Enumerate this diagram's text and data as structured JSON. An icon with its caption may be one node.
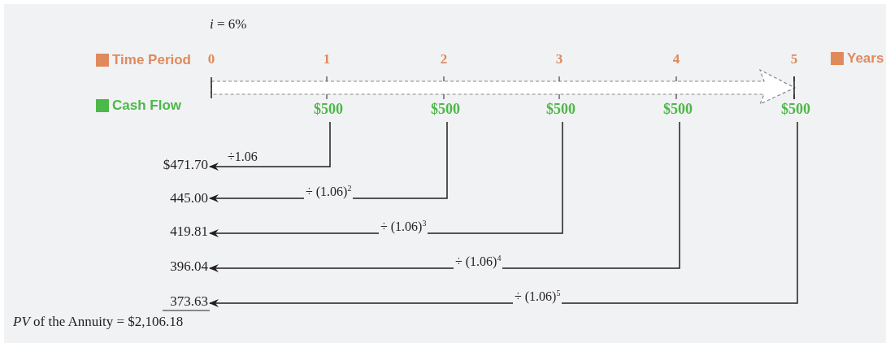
{
  "diagram": {
    "nodes": [
      {
        "text": [
          "$500"
        ]
      },
      {
        "text": [
          "$500"
        ]
      },
      {
        "text": [
          "$500"
        ]
      },
      {
        "text": [
          "$500"
        ]
      },
      {
        "text": [
          "$500"
        ]
      },
      {
        "text": [
          "$471.70"
        ]
      },
      {
        "text": [
          "445.00"
        ]
      },
      {
        "text": [
          "419.81"
        ]
      },
      {
        "text": [
          "396.04"
        ]
      },
      {
        "text": [
          "373.63"
        ]
      }
    ],
    "edges": [
      {
        "from": 0,
        "to": 5,
        "arrow": "to",
        "label": "÷1.06"
      },
      {
        "from": 1,
        "to": 6,
        "arrow": "to",
        "label": "÷ (1.06)$^{2}$"
      },
      {
        "from": 2,
        "to": 7,
        "arrow": "to",
        "label": "÷ (1.06)$^{3}$"
      },
      {
        "from": 3,
        "to": 8,
        "arrow": "to",
        "label": "÷ (1.06)$^{4}$"
      },
      {
        "from": 4,
        "to": 9,
        "arrow": "to",
        "label": "÷ (1.06)$^{5}$"
      }
    ],
    "labels": [
      "*i* = 6%",
      "0",
      "1",
      "2",
      "3",
      "4",
      "5",
      "*PV* of the Annuity = $2,106.18"
    ],
    "legend": [
      {
        "text": "Time Period",
        "color": "#e08a5c"
      },
      {
        "text": "Years",
        "color": "#e08a5c"
      },
      {
        "text": "Cash Flow",
        "color": "#4cb848"
      }
    ]
  }
}
